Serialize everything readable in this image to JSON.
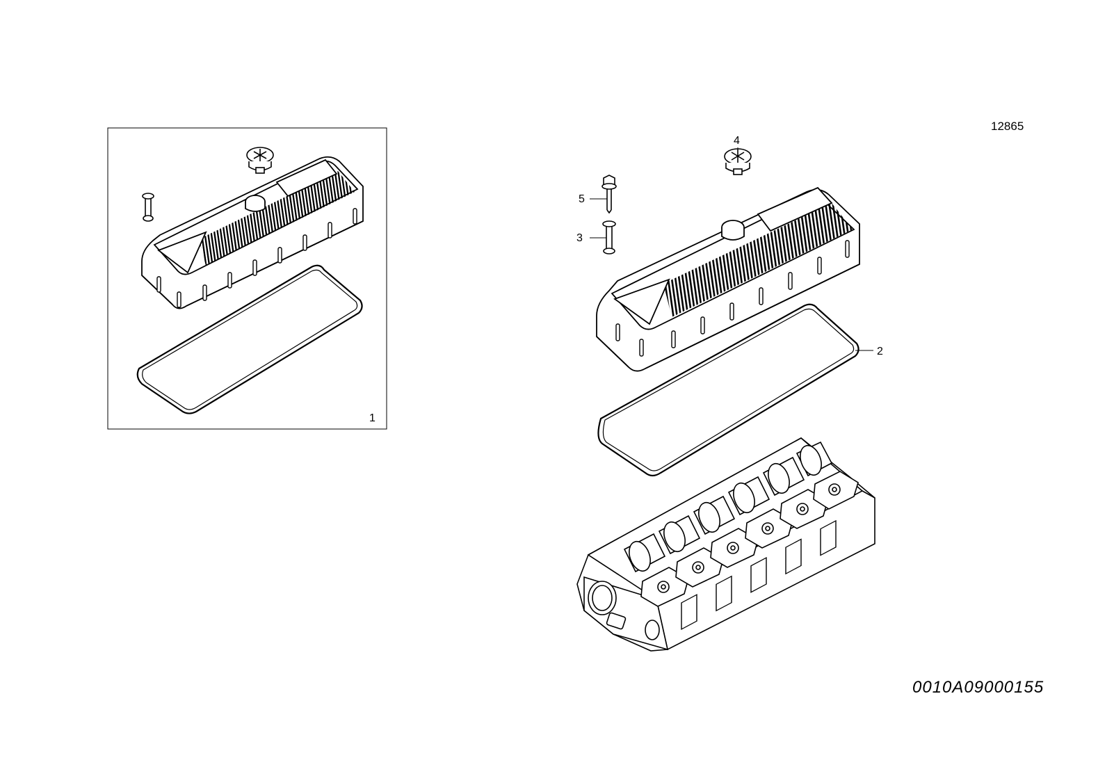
{
  "reference_number": "12865",
  "drawing_id": "0010A09000155",
  "callouts": {
    "kit": "1",
    "gasket": "2",
    "sleeve": "3",
    "cap": "4",
    "bolt": "5"
  }
}
